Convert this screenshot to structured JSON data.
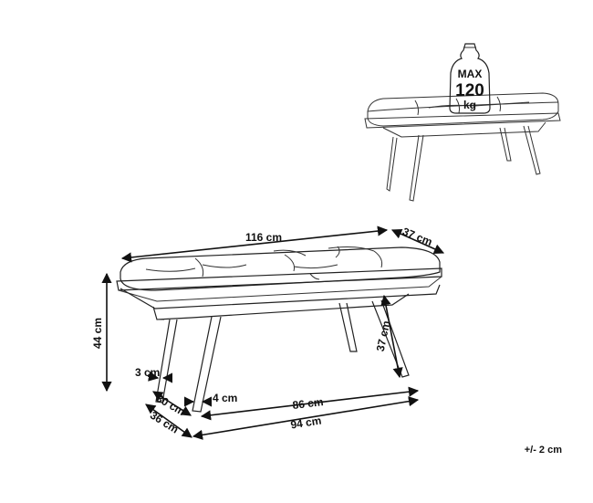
{
  "weight_badge": {
    "line1": "MAX",
    "line2": "120",
    "line3": "kg"
  },
  "dimensions": {
    "length": "116 cm",
    "depth": "37 cm",
    "height": "44 cm",
    "seat_thickness": "37 cm",
    "leg_width": "3 cm",
    "leg_inset": "4 cm",
    "leg_span_depth_inner": "30 cm",
    "leg_span_depth_outer": "36 cm",
    "leg_span_length_inner": "86 cm",
    "leg_span_length_outer": "94 cm"
  },
  "tolerance": "+/- 2 cm"
}
